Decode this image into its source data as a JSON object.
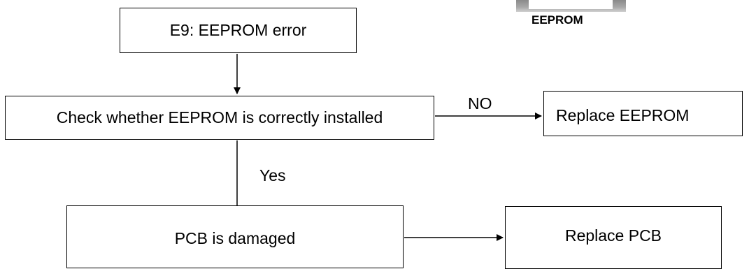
{
  "photo": {
    "caption": "EEPROM"
  },
  "flowchart": {
    "start": "E9: EEPROM error",
    "check": "Check whether EEPROM is correctly installed",
    "no_label": "NO",
    "no_action": "Replace EEPROM",
    "yes_label": "Yes",
    "cause": "PCB is damaged",
    "cause_action": "Replace PCB"
  },
  "colors": {
    "line": "#000000",
    "background": "#ffffff"
  }
}
